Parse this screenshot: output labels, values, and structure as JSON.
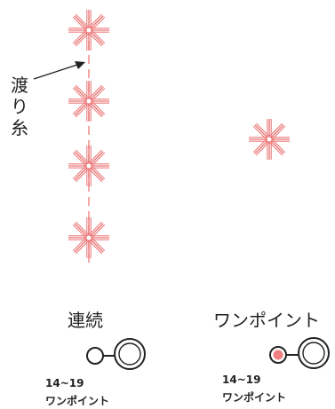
{
  "labels": {
    "crossing_thread": "渡り糸",
    "continuous": "連続",
    "one_point": "ワンポイント"
  },
  "legend_left": {
    "size": "14~19",
    "kind": "ワンポイント"
  },
  "legend_right": {
    "size": "14~19",
    "kind": "ワンポイント"
  },
  "colors": {
    "stitch": "#ef7b7b",
    "stitch_dark": "#e05a5a",
    "ink": "#222222",
    "filled_dot": "#f08080"
  }
}
